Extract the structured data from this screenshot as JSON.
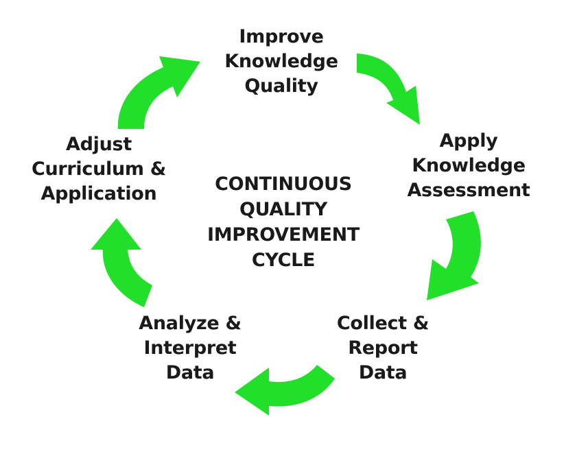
{
  "diagram": {
    "center_title": [
      "CONTINUOUS",
      "QUALITY",
      "IMPROVEMENT",
      "CYCLE"
    ],
    "steps": [
      {
        "id": "improve",
        "lines": [
          "Improve",
          "Knowledge",
          "Quality"
        ]
      },
      {
        "id": "apply",
        "lines": [
          "Apply",
          "Knowledge",
          "Assessment"
        ]
      },
      {
        "id": "collect",
        "lines": [
          "Collect &",
          "Report",
          "Data"
        ]
      },
      {
        "id": "analyze",
        "lines": [
          "Analyze &",
          "Interpret",
          "Data"
        ]
      },
      {
        "id": "adjust",
        "lines": [
          "Adjust",
          "Curriculum &",
          "Application"
        ]
      }
    ],
    "arrow_color": "#22e02a",
    "text_color": "#1a1a1a",
    "arrows": [
      {
        "from": "improve",
        "to": "apply",
        "icon": "curved-arrow-icon"
      },
      {
        "from": "apply",
        "to": "collect",
        "icon": "curved-arrow-icon"
      },
      {
        "from": "collect",
        "to": "analyze",
        "icon": "curved-arrow-icon"
      },
      {
        "from": "analyze",
        "to": "adjust",
        "icon": "curved-arrow-icon"
      },
      {
        "from": "adjust",
        "to": "improve",
        "icon": "curved-arrow-icon"
      }
    ]
  }
}
